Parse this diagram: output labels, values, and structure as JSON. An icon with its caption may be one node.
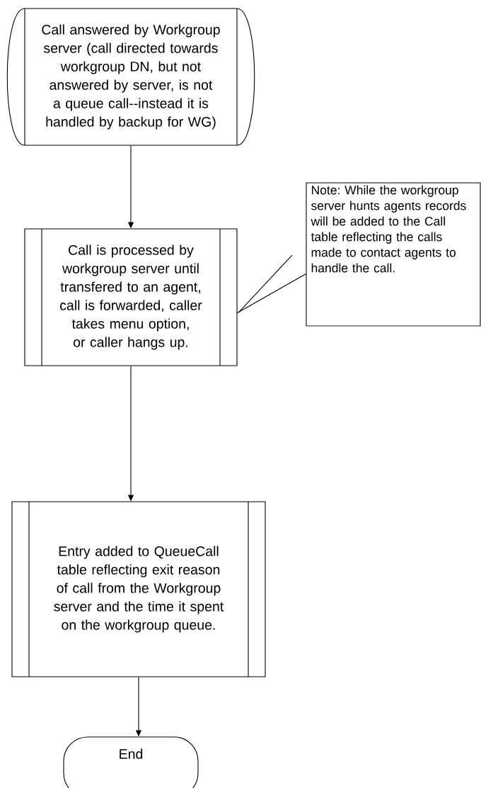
{
  "diagram": {
    "nodes": [
      {
        "text": [
          "Call answered by Workgroup server (call directed towards workgroup DN, but not answered by server, is not a queue call--instead it is handled by backup for WG)"
        ]
      },
      {
        "text": [
          "Call is processed by workgroup server until transfered to an agent, call is forwarded, caller takes menu option, or caller hangs up."
        ]
      },
      {
        "text": [
          "Note: While the workgroup server hunts agents records will be added to the Call table reflecting the calls made to contact agents to handle the call."
        ]
      },
      {
        "text": [
          "Entry added to QueueCall table reflecting exit reason of call from the Workgroup server and the time it spent on the workgroup queue."
        ]
      },
      {
        "text": [
          "End"
        ]
      }
    ],
    "edges": [
      {
        "from": 0,
        "to": 1,
        "arrow": "to"
      },
      {
        "from": 2,
        "to": 1,
        "arrow": "none"
      },
      {
        "from": 1,
        "to": 3,
        "arrow": "to"
      },
      {
        "from": 3,
        "to": 4,
        "arrow": "to"
      }
    ]
  }
}
